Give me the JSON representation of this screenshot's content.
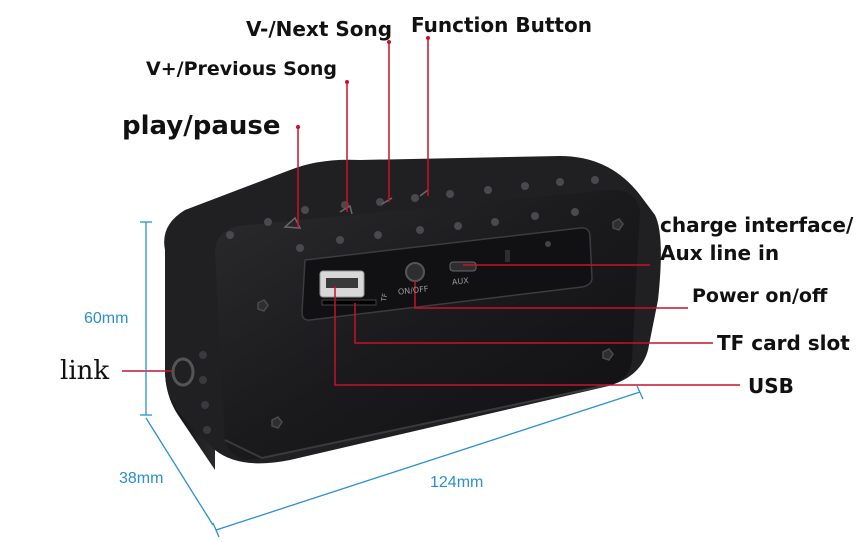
{
  "labels": {
    "play_pause": "play/pause",
    "vol_up_prev": "V+/Previous Song",
    "vol_down_next": "V-/Next Song",
    "function_button": "Function Button",
    "charge_interface": "charge interface/",
    "aux_line_in": "Aux line in",
    "power_on_off": "Power on/off",
    "tf_card_slot": "TF card slot",
    "usb": "USB",
    "link": "link"
  },
  "dimensions": {
    "height": "60mm",
    "depth": "38mm",
    "width": "124mm"
  },
  "panel_text": {
    "tf": "TF",
    "on_off": "ON/OFF",
    "aux": "AUX"
  },
  "colors": {
    "leader_line": "#c8102e",
    "dimension": "#2a8fd6",
    "body": "#1d1d1f",
    "text": "#111111"
  }
}
